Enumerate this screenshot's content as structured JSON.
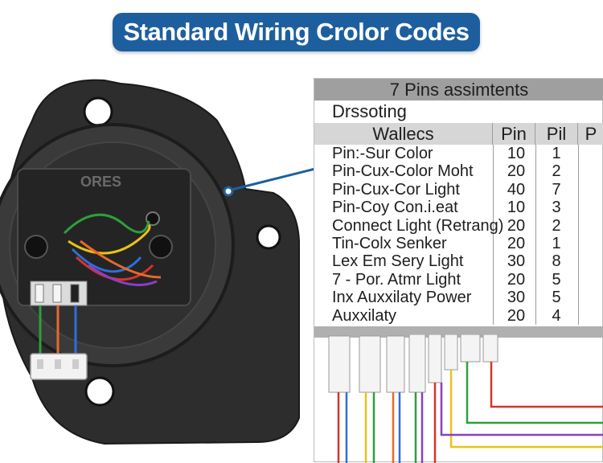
{
  "title": "Standard Wiring Crolor Codes",
  "device": {
    "brand_text": "ORES"
  },
  "table": {
    "header": "7 Pins assimtents",
    "subheader": "Drssoting",
    "columns": [
      "Wallecs",
      "Pin",
      "Pil",
      "P"
    ],
    "rows": [
      {
        "name": "Pin:-Sur Color",
        "pin": "10",
        "pil": "1"
      },
      {
        "name": "Pin-Cux-Color Moht",
        "pin": "20",
        "pil": "2"
      },
      {
        "name": "Pin-Cux-Cor Light",
        "pin": "40",
        "pil": "7"
      },
      {
        "name": "Pin-Coy Con.i.eat",
        "pin": "10",
        "pil": "3"
      },
      {
        "name": "Connect Light (Retrang)",
        "pin": "20",
        "pil": "2"
      },
      {
        "name": "Tin-Colx Senker",
        "pin": "20",
        "pil": "1"
      },
      {
        "name": "Lex Em Sery Light",
        "pin": "30",
        "pil": "8"
      },
      {
        "name": "7 - Por. Atmr Light",
        "pin": "20",
        "pil": "5"
      },
      {
        "name": "Inx Auxxilaty Power",
        "pin": "30",
        "pil": "5"
      },
      {
        "name": "Auxxilaty",
        "pin": "20",
        "pil": "4"
      }
    ]
  },
  "colors": {
    "title_bg": "#1d5f9e",
    "housing": "#2b2b2b",
    "callout_line": "#1d5f9e",
    "wire_green": "#2e9e3e",
    "wire_orange": "#e8692a",
    "wire_blue": "#2f6fd6",
    "wire_red": "#d6342b",
    "wire_yellow": "#e8c21c",
    "wire_purple": "#8a3fc4"
  }
}
